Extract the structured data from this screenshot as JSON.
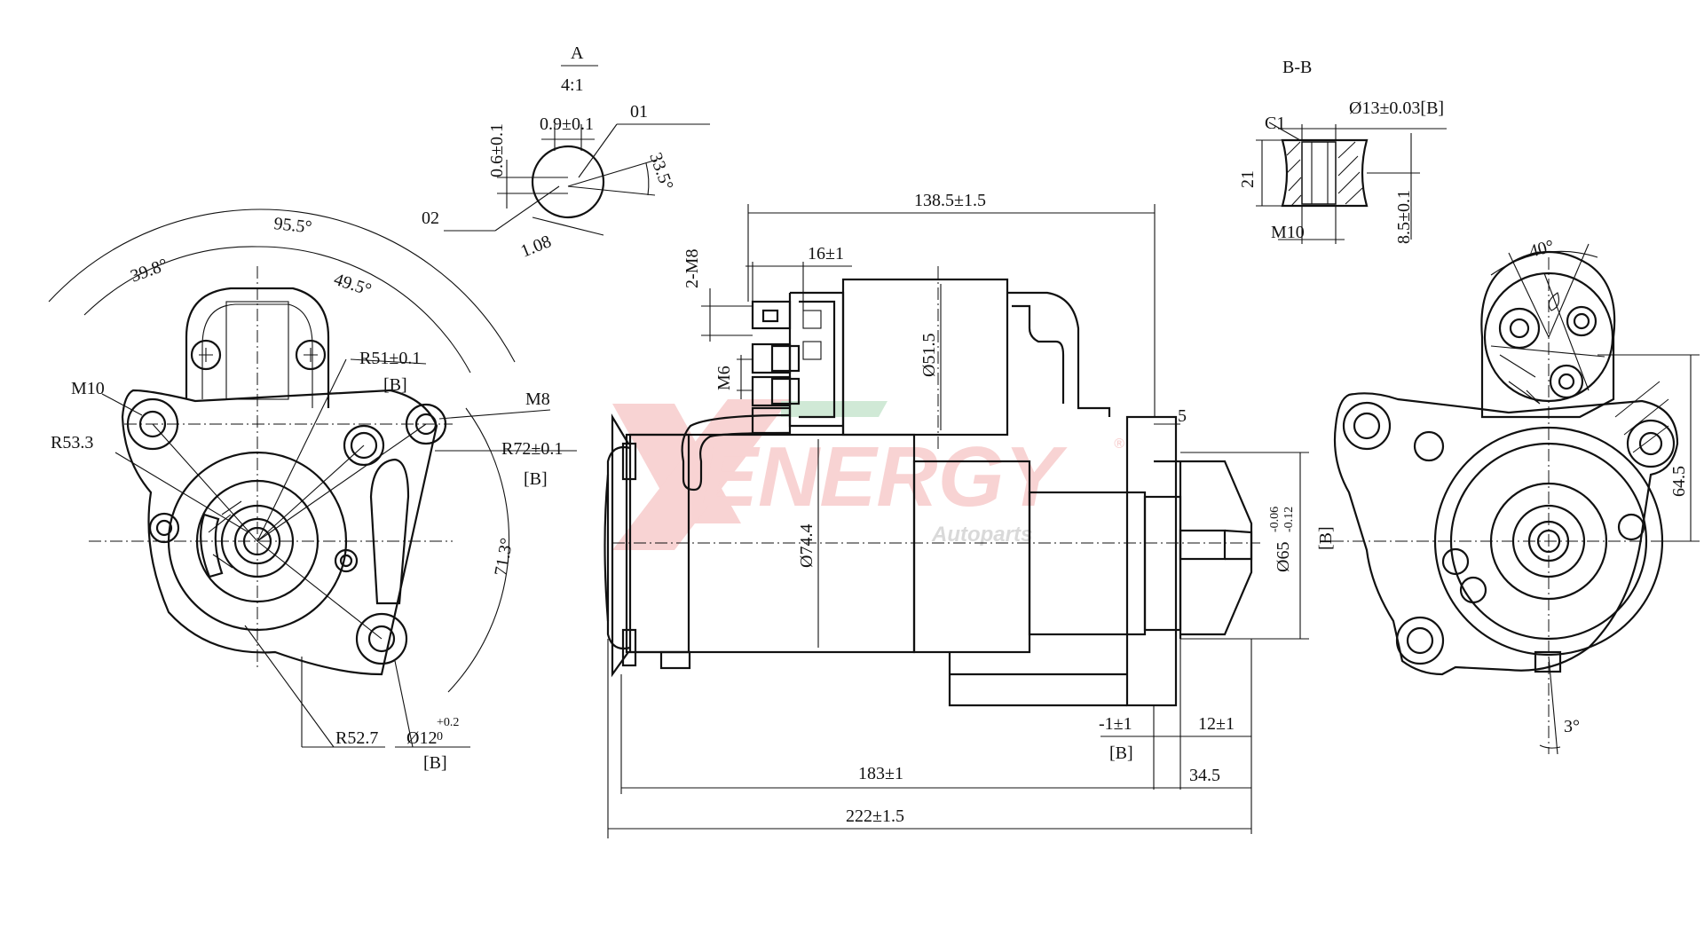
{
  "watermark": {
    "brand": "ENERGY",
    "sub": "Autoparts",
    "reg": "®",
    "color": "#e03a3a",
    "accent": "#2e9e4a"
  },
  "detail_a": {
    "title": "A",
    "scale": "4:1",
    "dim_width": "0.9±0.1",
    "dim_height": "0.6±0.1",
    "label_01": "01",
    "label_02": "02",
    "angle": "33.5°",
    "dim_diag": "1.08"
  },
  "section_bb": {
    "title": "B-B",
    "bore": "Ø13±0.03[B]",
    "chamfer": "C1",
    "height": "21",
    "thread": "M10",
    "depth": "8.5±0.1"
  },
  "front_view": {
    "angle_total": "95.5°",
    "angle_left": "39.8°",
    "angle_right": "49.5°",
    "thread_left": "M10",
    "thread_right": "M8",
    "radius_outer": "R53.3",
    "radius_top": "R51±0.1",
    "ref_top": "[B]",
    "radius_right": "R72±0.1",
    "ref_right": "[B]",
    "angle_side": "71.3°",
    "radius_bottom": "R52.7",
    "hole": "Ø12",
    "hole_tol_up": "+0.2",
    "hole_tol_low": "0",
    "ref_hole": "[B]"
  },
  "side_view": {
    "len_solenoid": "138.5±1.5",
    "terminal_gap": "16±1",
    "terminal_top": "2-M8",
    "terminal_low": "M6",
    "dia_solenoid": "Ø51.5",
    "dia_motor": "Ø74.4",
    "flange_offset": "5",
    "pilot_dia": "Ø65",
    "pilot_tol_up": "-0.06",
    "pilot_tol_low": "-0.12",
    "pilot_ref": "[B]",
    "flange_tol": "-1±1",
    "flange_ref": "[B]",
    "pilot_len": "12±1",
    "len_body": "183±1",
    "len_nose": "34.5",
    "len_total": "222±1.5"
  },
  "end_view": {
    "angle_top": "40°",
    "height": "64.5",
    "angle_bottom": "3°"
  }
}
